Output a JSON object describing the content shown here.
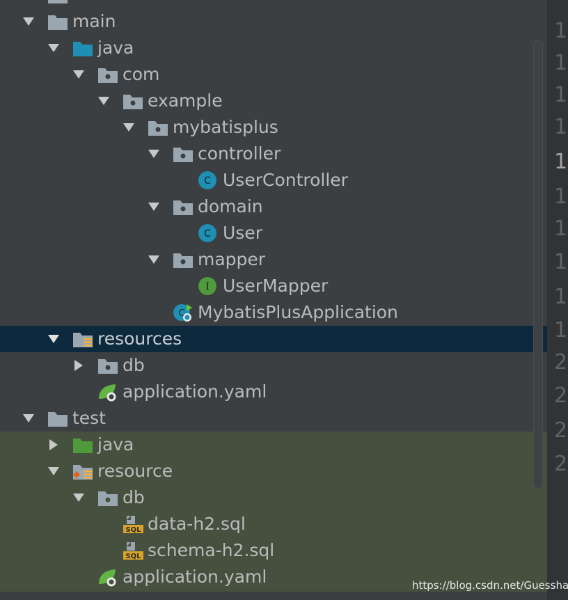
{
  "tree": {
    "rows": [
      {
        "label": "main",
        "icon": "folder-icon"
      },
      {
        "label": "java",
        "icon": "source-folder-icon"
      },
      {
        "label": "com",
        "icon": "package-icon"
      },
      {
        "label": "example",
        "icon": "package-icon"
      },
      {
        "label": "mybatisplus",
        "icon": "package-icon"
      },
      {
        "label": "controller",
        "icon": "package-icon"
      },
      {
        "label": "UserController",
        "icon": "class-icon"
      },
      {
        "label": "domain",
        "icon": "package-icon"
      },
      {
        "label": "User",
        "icon": "class-icon"
      },
      {
        "label": "mapper",
        "icon": "package-icon"
      },
      {
        "label": "UserMapper",
        "icon": "interface-icon"
      },
      {
        "label": "MybatisPlusApplication",
        "icon": "spring-boot-class-icon"
      },
      {
        "label": "resources",
        "icon": "resources-folder-icon"
      },
      {
        "label": "db",
        "icon": "package-icon"
      },
      {
        "label": "application.yaml",
        "icon": "spring-yaml-icon"
      },
      {
        "label": "test",
        "icon": "folder-icon"
      },
      {
        "label": "java",
        "icon": "test-source-folder-icon"
      },
      {
        "label": "resource",
        "icon": "test-resources-folder-icon"
      },
      {
        "label": "db",
        "icon": "package-icon"
      },
      {
        "label": "data-h2.sql",
        "icon": "sql-file-icon"
      },
      {
        "label": "schema-h2.sql",
        "icon": "sql-file-icon"
      },
      {
        "label": "application.yaml",
        "icon": "spring-yaml-icon"
      }
    ]
  },
  "gutter": {
    "line_numbers": [
      "1",
      "1",
      "1",
      "1",
      "1",
      "1",
      "1",
      "1",
      "1",
      "1",
      "2",
      "2",
      "2",
      "2"
    ]
  },
  "watermark": "https://blog.csdn.net/Guesshat",
  "colors": {
    "background": "#3c3f41",
    "selected_row": "#0d293e",
    "test_zone": "#46503f",
    "text": "#bbbbbb",
    "folder": "#9aa7b0",
    "source_folder": "#3d8fb3",
    "test_folder": "#62b543",
    "class_badge": "#1f8fb3",
    "interface_badge": "#62b543"
  }
}
